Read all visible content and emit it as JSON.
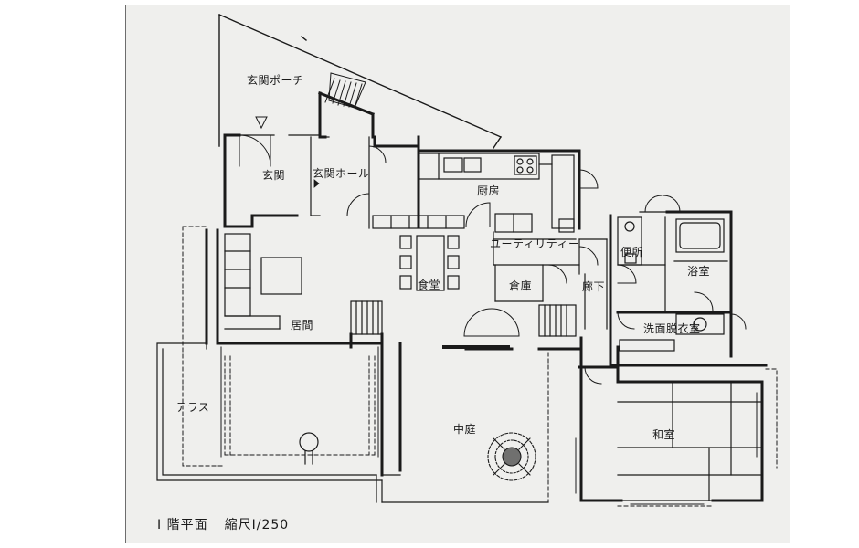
{
  "rooms": {
    "porch": "玄関ポーチ",
    "entrance": "玄関",
    "hall": "玄関ホール",
    "kitchen": "厨房",
    "utility": "ユーティリティー",
    "toilet": "便所",
    "bath": "浴室",
    "dining": "食堂",
    "storage": "倉庫",
    "corridor": "廊下",
    "washroom": "洗面脱衣室",
    "living": "居間",
    "terrace": "テラス",
    "courtyard": "中庭",
    "tatami": "和室"
  },
  "caption": {
    "title": "I 階平面",
    "scale": "縮尺I/250"
  },
  "colors": {
    "wall": "#1a1a1a",
    "paper": "#efefed",
    "frame": "#6d6d6d"
  }
}
